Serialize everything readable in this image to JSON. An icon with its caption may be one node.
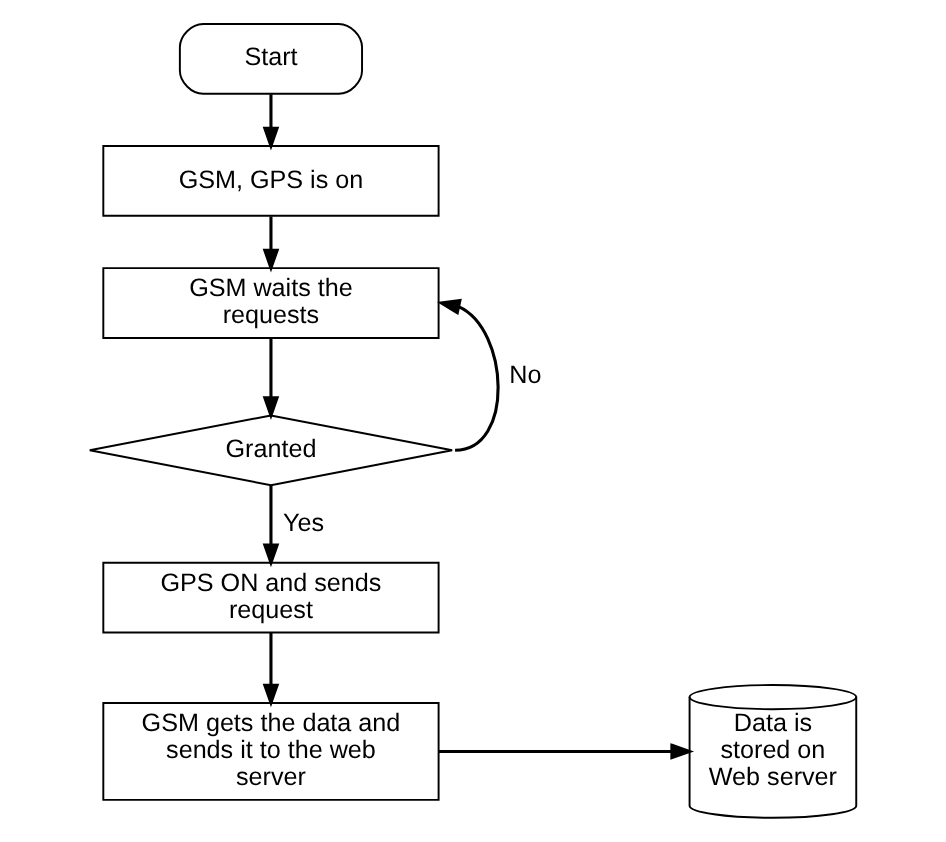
{
  "diagram": {
    "nodes": [
      {
        "text": [
          "Start"
        ]
      },
      {
        "text": [
          "GSM, GPS is on"
        ]
      },
      {
        "text": [
          "GSM waits the requests"
        ]
      },
      {
        "text": [
          "Granted"
        ]
      },
      {
        "text": [
          "GPS ON and sends request"
        ]
      },
      {
        "text": [
          "GSM gets the data and sends it to the web server"
        ]
      },
      {
        "text": [
          "Data is stored on Web server"
        ]
      }
    ],
    "edges": [
      {
        "from": 0,
        "to": 1,
        "arrow": "to"
      },
      {
        "from": 1,
        "to": 2,
        "arrow": "to"
      },
      {
        "from": 2,
        "to": 3,
        "arrow": "to"
      },
      {
        "from": 3,
        "to": 2,
        "arrow": "to",
        "label": "No"
      },
      {
        "from": 3,
        "to": 4,
        "arrow": "to",
        "label": "Yes"
      },
      {
        "from": 4,
        "to": 5,
        "arrow": "to"
      },
      {
        "from": 5,
        "to": 6,
        "arrow": "to"
      }
    ]
  }
}
